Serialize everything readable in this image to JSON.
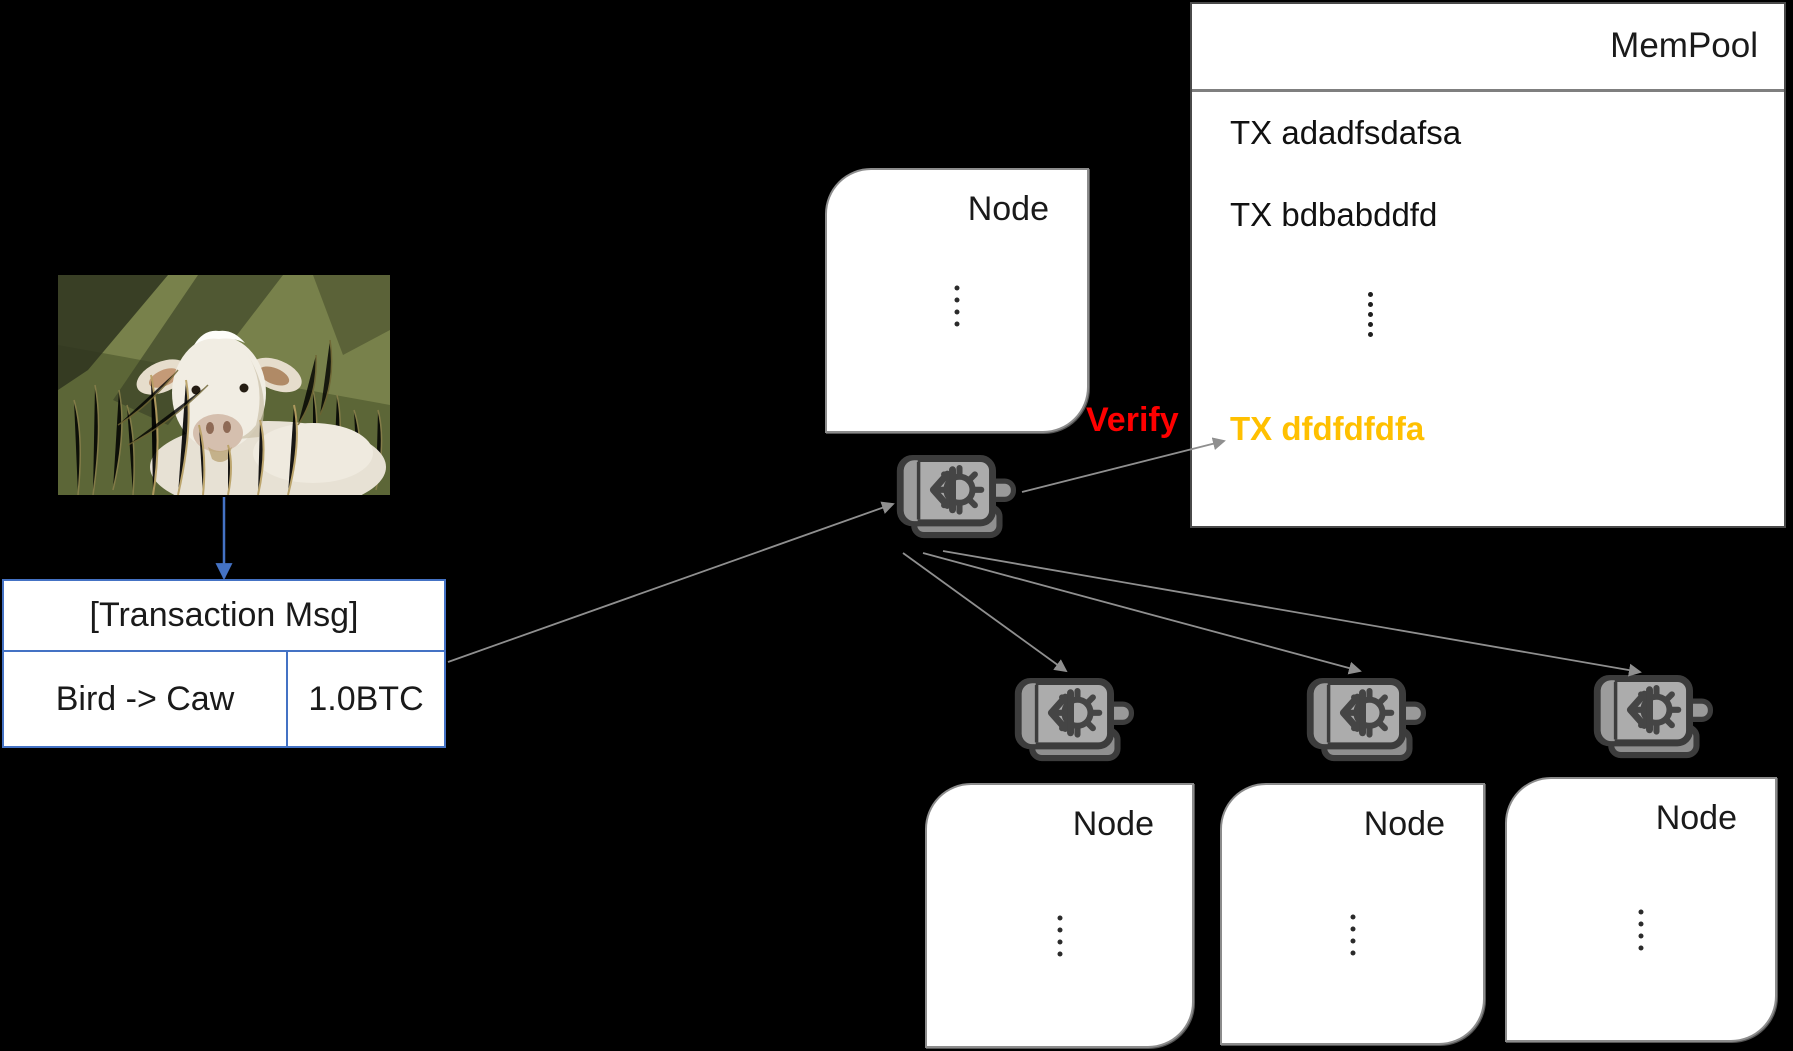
{
  "slide": {
    "background_color": "#000000"
  },
  "cow_image": {
    "label": "cow-photo"
  },
  "transaction_box": {
    "title": "[Transaction Msg]",
    "parties": "Bird -> Caw",
    "amount": "1.0BTC",
    "border_color": "#4472C4"
  },
  "verify": {
    "text": "Verify",
    "color": "#FF0000"
  },
  "mempool": {
    "title": "MemPool",
    "items": [
      {
        "text": "TX adadfsdafsa",
        "highlighted": false
      },
      {
        "text": "TX bdbabddfd",
        "highlighted": false
      },
      {
        "text": "⋮",
        "highlighted": false
      },
      {
        "text": "TX dfdfdfdfa",
        "highlighted": true
      }
    ],
    "highlight_color": "#FFC000"
  },
  "nodes": {
    "top": {
      "label": "Node",
      "ellipsis": "⋮"
    },
    "bottom": [
      {
        "label": "Node",
        "ellipsis": "⋮"
      },
      {
        "label": "Node",
        "ellipsis": "⋮"
      },
      {
        "label": "Node",
        "ellipsis": "⋮"
      }
    ]
  },
  "icons": {
    "machine": "machine-gear-icon"
  },
  "arrows": {
    "gray_color": "#8f8f8f",
    "blue_color": "#4472C4"
  }
}
